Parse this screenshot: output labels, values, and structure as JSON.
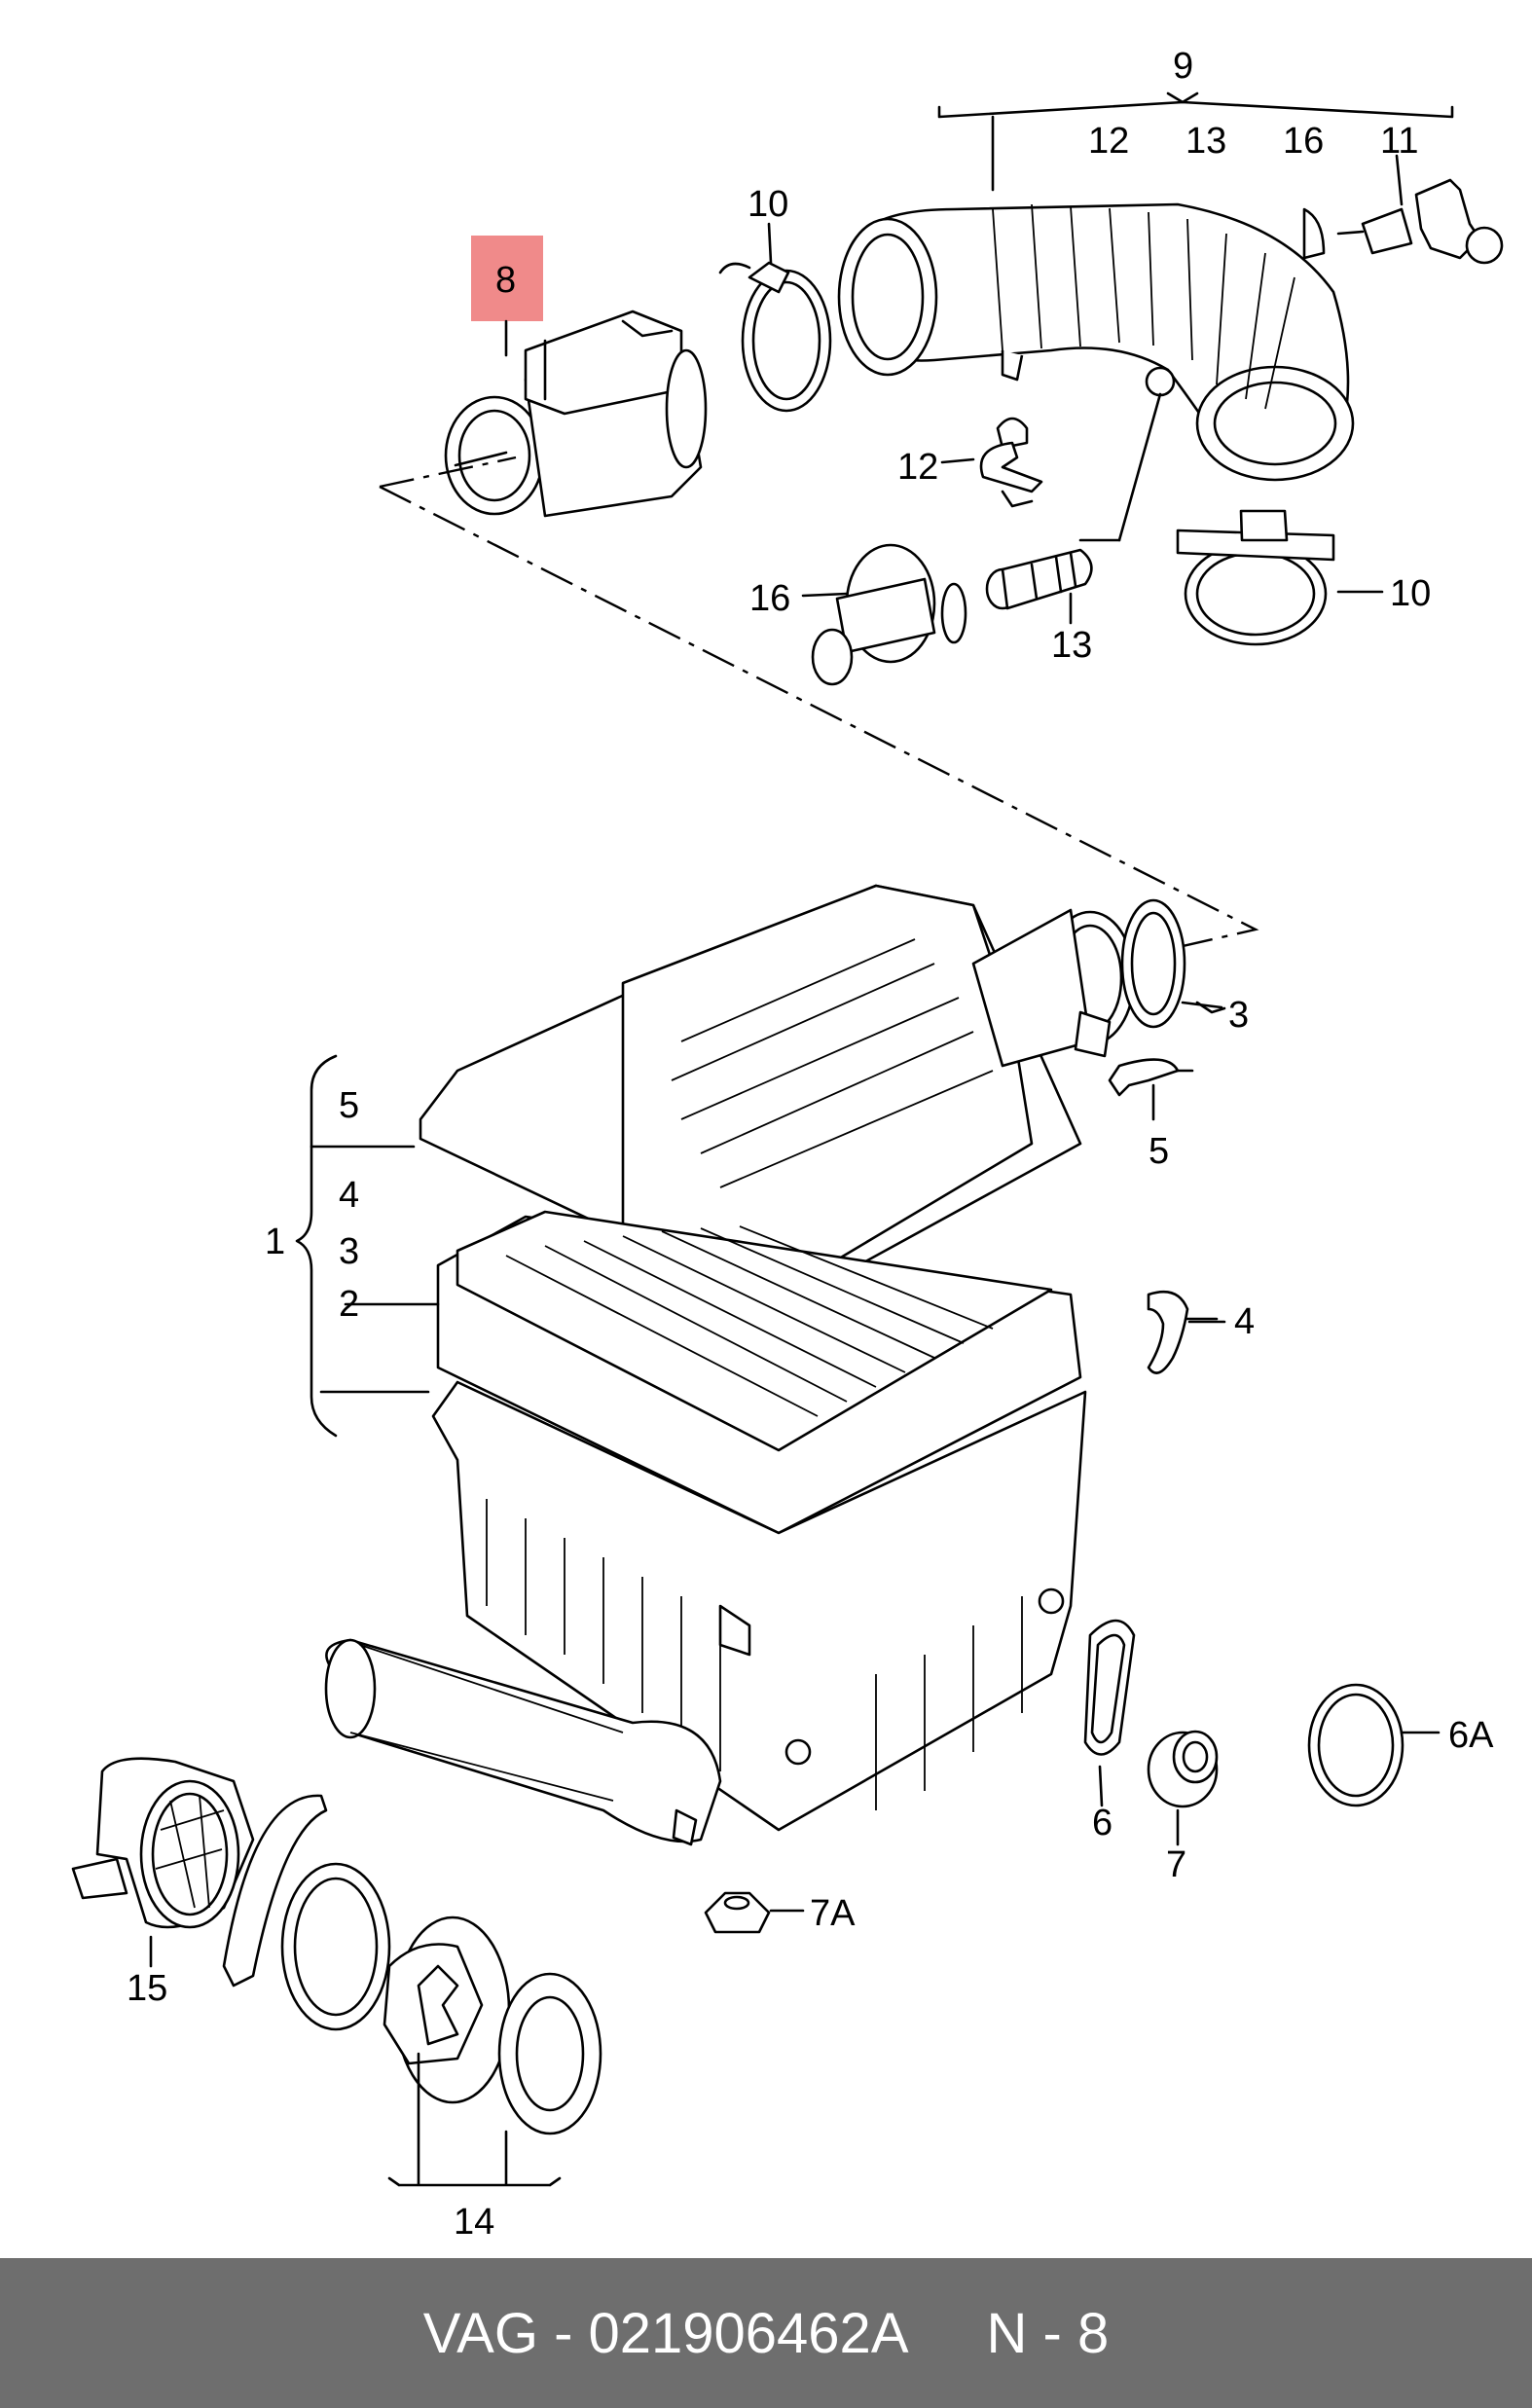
{
  "labels": {
    "l9": "9",
    "l12a": "12",
    "l13a": "13",
    "l16a": "16",
    "l11": "11",
    "l10a": "10",
    "l8": "8",
    "l12b": "12",
    "l16b": "16",
    "l13b": "13",
    "l10b": "10",
    "l3": "3",
    "l5a": "5",
    "l5b": "5",
    "l4a": "4",
    "l4b": "4",
    "l3b": "3",
    "l2": "2",
    "l1": "1",
    "l6": "6",
    "l7": "7",
    "l6A": "6A",
    "l7A": "7A",
    "l15": "15",
    "l14": "14"
  },
  "highlight": {
    "part": "8",
    "color": "#f08a8a"
  },
  "footer": {
    "brand": "VAG - 021906462A",
    "ref": "N - 8"
  }
}
